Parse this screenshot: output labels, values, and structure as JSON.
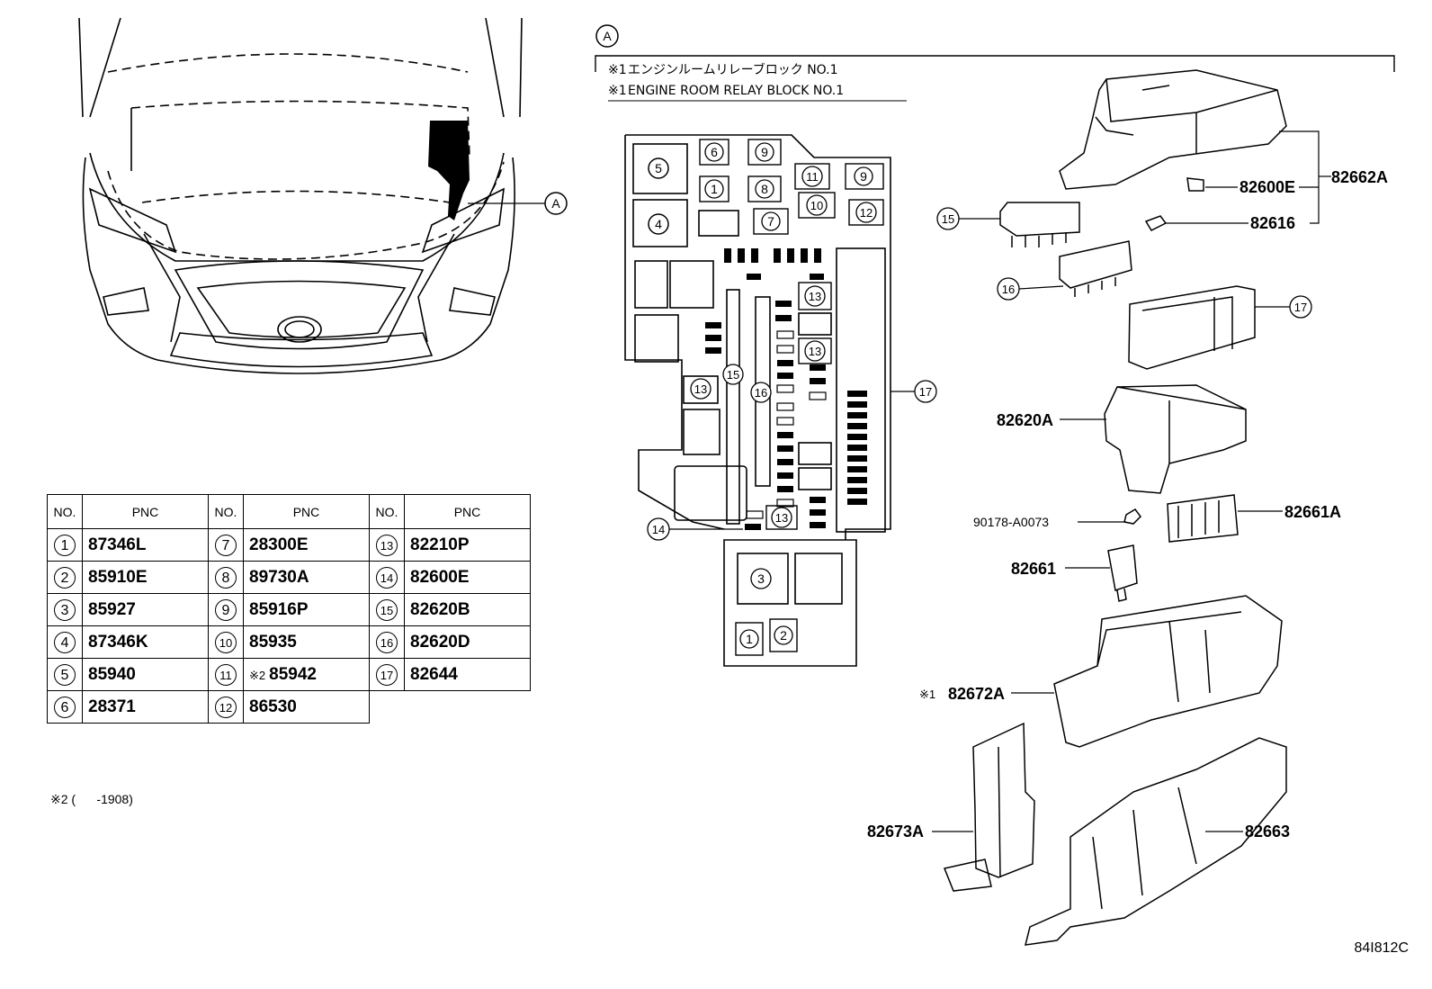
{
  "callout_letter": "A",
  "header": {
    "note_symbol": "※1",
    "title_jp": "エンジンルームリレーブロック NO.1",
    "title_en": "ENGINE ROOM RELAY BLOCK NO.1"
  },
  "table": {
    "col_no": "NO.",
    "col_pnc": "PNC",
    "rows": [
      {
        "no": "1",
        "pnc": "87346L"
      },
      {
        "no": "2",
        "pnc": "85910E"
      },
      {
        "no": "3",
        "pnc": "85927"
      },
      {
        "no": "4",
        "pnc": "87346K"
      },
      {
        "no": "5",
        "pnc": "85940"
      },
      {
        "no": "6",
        "pnc": "28371"
      },
      {
        "no": "7",
        "pnc": "28300E"
      },
      {
        "no": "8",
        "pnc": "89730A"
      },
      {
        "no": "9",
        "pnc": "85916P"
      },
      {
        "no": "10",
        "pnc": "85935"
      },
      {
        "no": "11",
        "pnc": "85942",
        "note": "※2"
      },
      {
        "no": "12",
        "pnc": "86530"
      },
      {
        "no": "13",
        "pnc": "82210P"
      },
      {
        "no": "14",
        "pnc": "82600E"
      },
      {
        "no": "15",
        "pnc": "82620B"
      },
      {
        "no": "16",
        "pnc": "82620D"
      },
      {
        "no": "17",
        "pnc": "82644"
      }
    ]
  },
  "footnote": "※2 (      -1908)",
  "relay_block_positions": [
    "1",
    "2",
    "3",
    "4",
    "5",
    "6",
    "7",
    "8",
    "9",
    "10",
    "11",
    "12",
    "13",
    "14",
    "15",
    "16",
    "17"
  ],
  "part_labels": {
    "p82662A": "82662A",
    "p82600E": "82600E",
    "p82616": "82616",
    "p82620A": "82620A",
    "p90178": "90178-A0073",
    "p82661A": "82661A",
    "p82661": "82661",
    "p82672A": "82672A",
    "p82672A_note": "※1",
    "p82673A": "82673A",
    "p82663": "82663",
    "c15": "15",
    "c16": "16",
    "c17": "17"
  },
  "figure_code": "84I812C"
}
